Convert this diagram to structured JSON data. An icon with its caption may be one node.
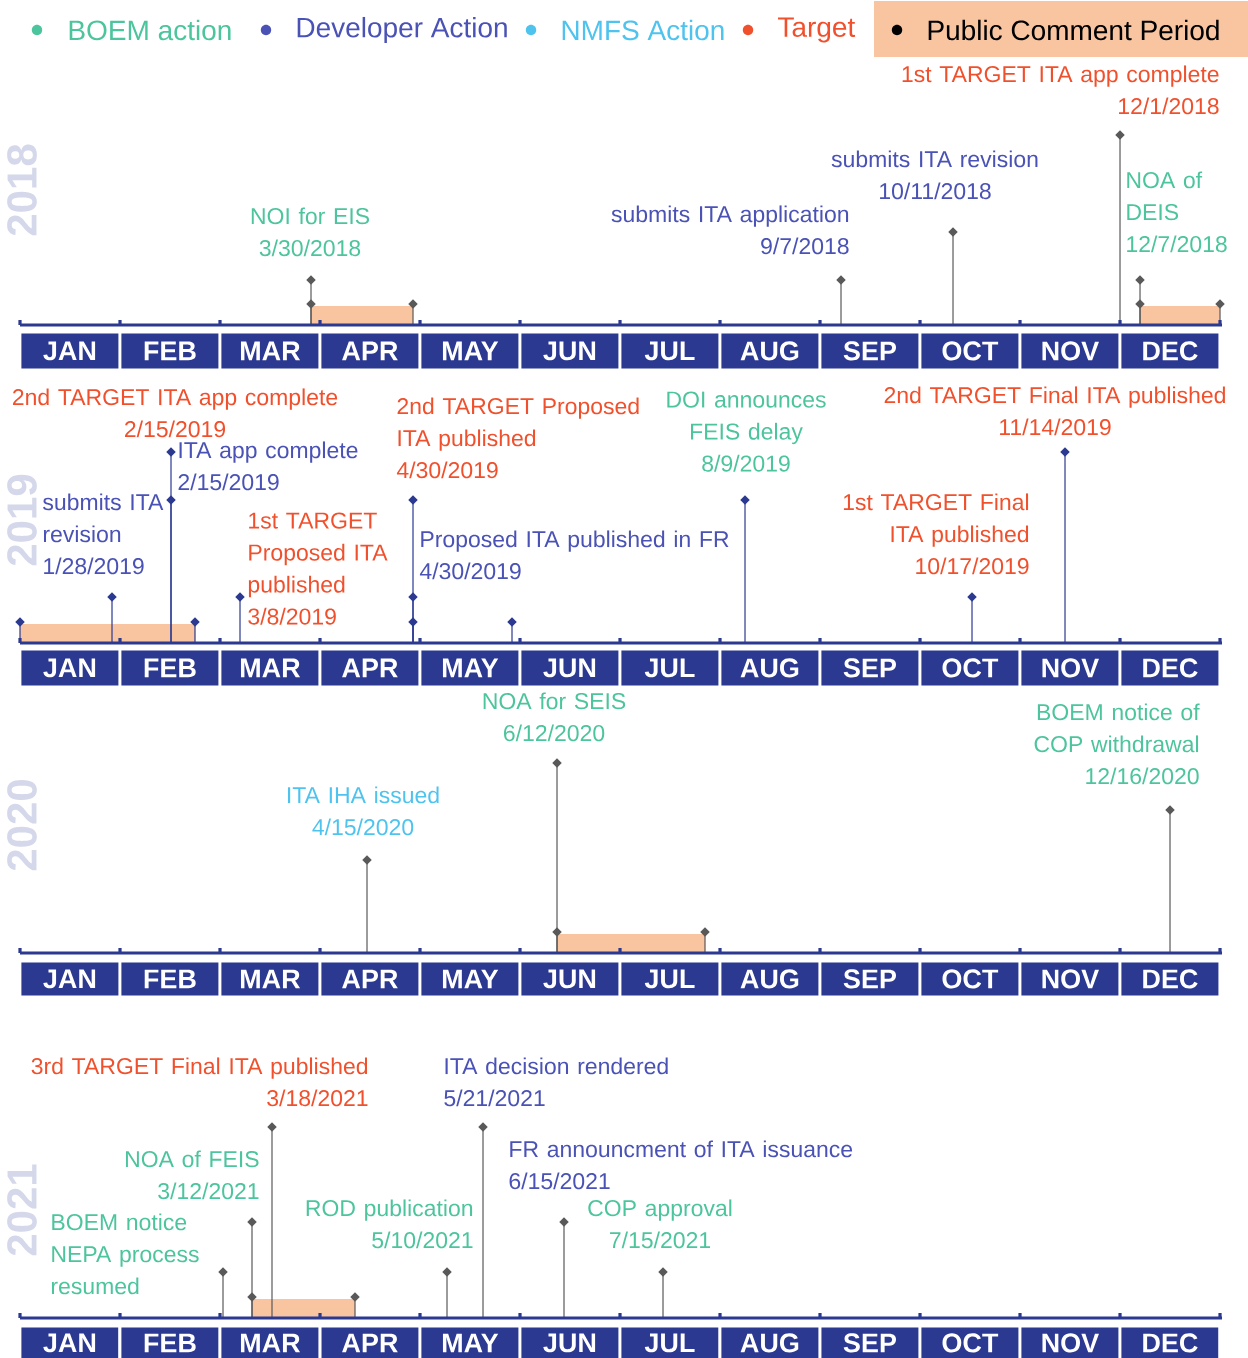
{
  "diagram": {
    "nodes": [
      {
        "text": [
          "NOI for EIS",
          "3/30/2018"
        ]
      },
      {
        "text": [
          "submits ITA application",
          "9/7/2018"
        ]
      },
      {
        "text": [
          "submits ITA revision",
          "10/11/2018"
        ]
      },
      {
        "text": [
          "1st TARGET ITA app complete",
          "12/1/2018"
        ]
      },
      {
        "text": [
          "NOA of DEIS",
          "12/7/2018"
        ]
      },
      {
        "text": [
          "2nd TARGET ITA app complete",
          "2/15/2019"
        ]
      },
      {
        "text": [
          "ITA app complete",
          "2/15/2019"
        ]
      },
      {
        "text": [
          "submits ITA revision",
          "1/28/2019"
        ]
      },
      {
        "text": [
          "1st TARGET Proposed ITA published",
          "3/8/2019"
        ]
      },
      {
        "text": [
          "2nd TARGET Proposed ITA published",
          "4/30/2019"
        ]
      },
      {
        "text": [
          "Proposed ITA published in FR",
          "4/30/2019"
        ]
      },
      {
        "text": [
          "DOI announces FEIS delay",
          "8/9/2019"
        ]
      },
      {
        "text": [
          "2nd TARGET Final ITA published",
          "11/14/2019"
        ]
      },
      {
        "text": [
          "1st TARGET Final ITA published",
          "10/17/2019"
        ]
      },
      {
        "text": [
          "NOA for SEIS",
          "6/12/2020"
        ]
      },
      {
        "text": [
          "ITA IHA issued",
          "4/15/2020"
        ]
      },
      {
        "text": [
          "BOEM notice of COP withdrawal",
          "12/16/2020"
        ]
      },
      {
        "text": [
          "3rd TARGET Final ITA published",
          "3/18/2021"
        ]
      },
      {
        "text": [
          "ITA decision rendered",
          "5/21/2021"
        ]
      },
      {
        "text": [
          "NOA of FEIS",
          "3/12/2021"
        ]
      },
      {
        "text": [
          "BOEM notice NEPA process resumed"
        ]
      },
      {
        "text": [
          "ROD publication",
          "5/10/2021"
        ]
      },
      {
        "text": [
          "FR announcment of ITA issuance",
          "6/15/2021"
        ]
      },
      {
        "text": [
          "COP approval",
          "7/15/2021"
        ]
      }
    ],
    "labels": [
      "2018",
      "JAN",
      "FEB",
      "MAR",
      "APR",
      "MAY",
      "JUN",
      "JUL",
      "AUG",
      "SEP",
      "OCT",
      "NOV",
      "DEC",
      "2019",
      "JAN",
      "FEB",
      "MAR",
      "APR",
      "MAY",
      "JUN",
      "JUL",
      "AUG",
      "SEP",
      "OCT",
      "NOV",
      "DEC",
      "2020",
      "JAN",
      "FEB",
      "MAR",
      "APR",
      "MAY",
      "JUN",
      "JUL",
      "AUG",
      "SEP",
      "OCT",
      "NOV",
      "DEC",
      "2021",
      "JAN",
      "FEB",
      "MAR",
      "APR",
      "MAY",
      "JUN",
      "JUL",
      "AUG",
      "SEP",
      "OCT",
      "NOV",
      "DEC"
    ],
    "legend": [
      {
        "text": "BOEM action",
        "color": "#4cc49d"
      },
      {
        "text": "Developer Action",
        "color": "#4a52b5"
      },
      {
        "text": "NMFS Action",
        "color": "#4ec3ee"
      },
      {
        "text": "Target",
        "color": "#f0502c"
      },
      {
        "text": "Public Comment Period",
        "color": "#f9c4a0"
      }
    ]
  }
}
